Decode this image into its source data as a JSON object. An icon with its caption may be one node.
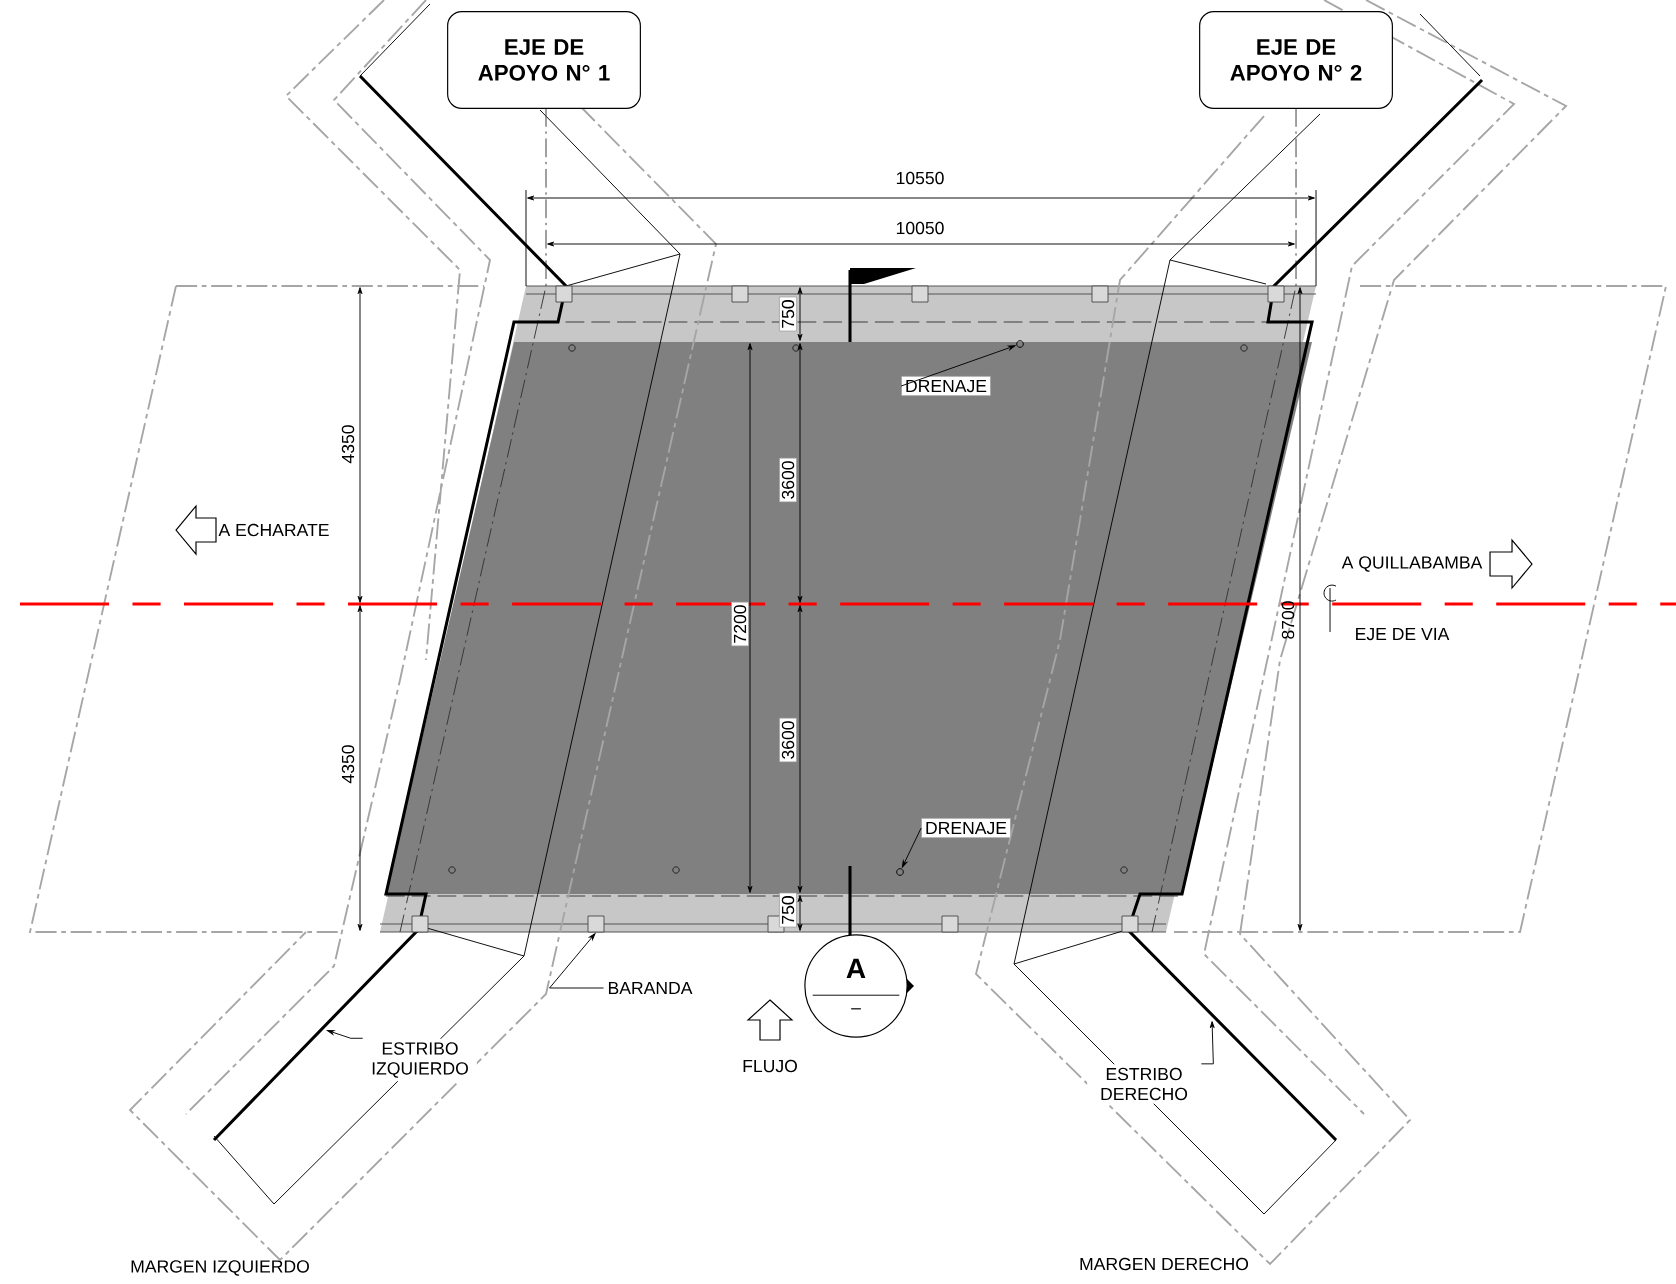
{
  "diagram": {
    "nodes": [
      {
        "text": [
          "EJE DE APOYO N° 1"
        ]
      },
      {
        "text": [
          "EJE DE APOYO N° 2"
        ]
      },
      {
        "text": [
          "DRENAJE"
        ]
      },
      {
        "text": [],
        "shape": "circle"
      },
      {
        "text": [
          "DRENAJE"
        ]
      },
      {
        "text": [],
        "shape": "circle"
      },
      {
        "text": [
          "BARANDA"
        ]
      },
      {
        "text": [],
        "shape": "box"
      },
      {
        "text": [
          "ESTRIBO IZQUIERDO"
        ]
      },
      {
        "text": [
          "ESTRIBO DERECHO"
        ]
      },
      {
        "text": [
          "A",
          "–"
        ]
      }
    ],
    "edges": [
      {
        "from": 2,
        "to": 3,
        "arrow": "to"
      },
      {
        "from": 4,
        "to": 5,
        "arrow": "to"
      },
      {
        "from": 6,
        "to": 7,
        "arrow": "to"
      },
      {
        "from": 8,
        "to": null,
        "arrow": "to"
      },
      {
        "from": 9,
        "to": null,
        "arrow": "to"
      }
    ],
    "labels": [
      "10550",
      "10050",
      "750",
      "4350",
      "3600",
      "A ECHARATE",
      "A QUILLABAMBA",
      "7200",
      "8700",
      "EJE DE VIA",
      "3600",
      "4350",
      "750",
      "FLUJO",
      "MARGEN DERECHO",
      "MARGEN IZQUIERDO"
    ]
  }
}
